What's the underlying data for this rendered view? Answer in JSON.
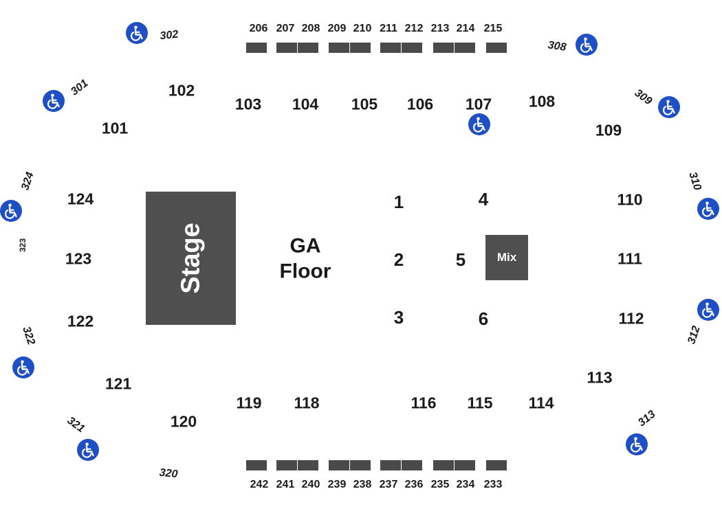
{
  "stage_label": "Stage",
  "mix_label": "Mix",
  "ga_floor": {
    "line1": "GA",
    "line2": "Floor"
  },
  "pit_sections": [
    "1",
    "2",
    "3",
    "4",
    "5",
    "6"
  ],
  "lower_sections": [
    "101",
    "102",
    "103",
    "104",
    "105",
    "106",
    "107",
    "108",
    "109",
    "110",
    "111",
    "112",
    "113",
    "114",
    "115",
    "116",
    "118",
    "119",
    "120",
    "121",
    "122",
    "123",
    "124"
  ],
  "top_loge_sections": [
    "206",
    "207",
    "208",
    "209",
    "210",
    "211",
    "212",
    "213",
    "214",
    "215"
  ],
  "bottom_loge_sections": [
    "242",
    "241",
    "240",
    "239",
    "238",
    "237",
    "236",
    "235",
    "234",
    "233"
  ],
  "upper_sections": [
    "301",
    "302",
    "308",
    "309",
    "310",
    "312",
    "313",
    "320",
    "321",
    "322",
    "323",
    "324"
  ],
  "accessibility_icon": "wheelchair-icon",
  "colors": {
    "block": "#4f4f4f",
    "accessibility": "#1f4fc4",
    "text": "#1a1a1a"
  }
}
